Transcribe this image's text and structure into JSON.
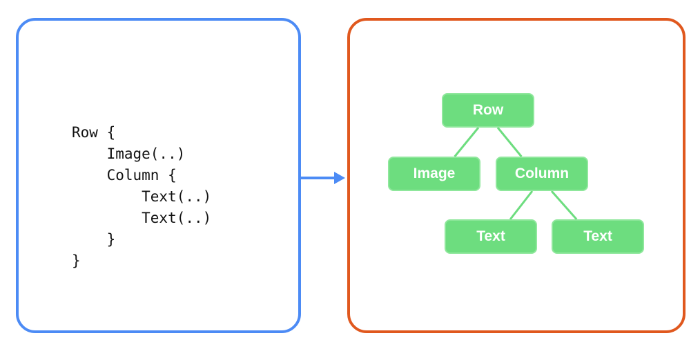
{
  "code": {
    "lines": [
      "Row {",
      "    Image(..)",
      "    Column {",
      "        Text(..)",
      "        Text(..)",
      "    }",
      "}"
    ]
  },
  "tree": {
    "nodes": {
      "row": "Row",
      "image": "Image",
      "column": "Column",
      "text_1": "Text",
      "text_2": "Text"
    },
    "edges": [
      [
        "row",
        "image"
      ],
      [
        "row",
        "column"
      ],
      [
        "column",
        "text_1"
      ],
      [
        "column",
        "text_2"
      ]
    ]
  },
  "colors": {
    "code_border": "#4c8bf5",
    "tree_border": "#e0581e",
    "arrow": "#4c8bf5",
    "node_fill": "#6ddd7f",
    "edge": "#6ddd7f"
  }
}
